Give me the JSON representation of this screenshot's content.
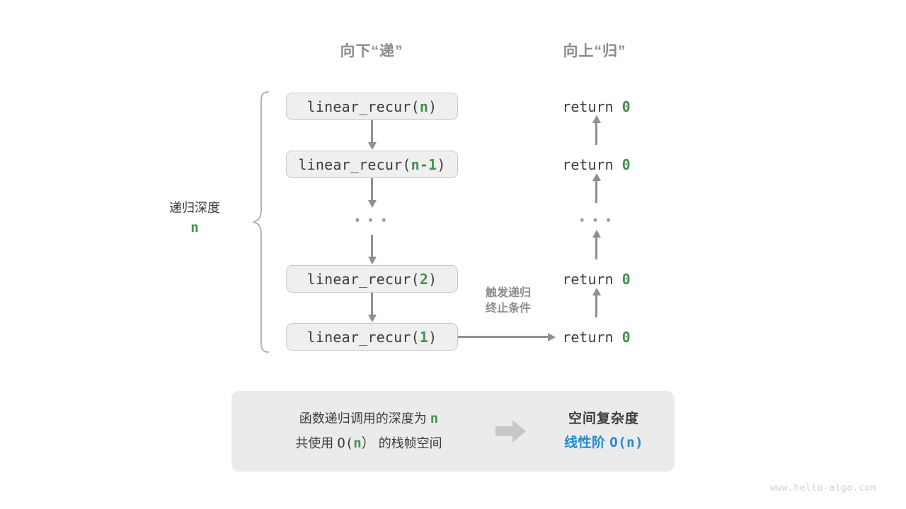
{
  "headers": {
    "down": "向下“递”",
    "up": "向上“归”"
  },
  "depth": {
    "label": "递归深度",
    "value": "n"
  },
  "call_stack": [
    {
      "prefix": "linear_recur(",
      "arg": "n",
      "suffix": ")"
    },
    {
      "prefix": "linear_recur(",
      "arg": "n-1",
      "suffix": ")"
    },
    {
      "prefix": "linear_recur(",
      "arg": "2",
      "suffix": ")"
    },
    {
      "prefix": "linear_recur(",
      "arg": "1",
      "suffix": ")"
    }
  ],
  "ellipsis": "···",
  "returns": [
    {
      "keyword": "return",
      "value": "0"
    },
    {
      "keyword": "return",
      "value": "0"
    },
    {
      "keyword": "return",
      "value": "0"
    },
    {
      "keyword": "return",
      "value": "0"
    }
  ],
  "trigger_note": {
    "line1": "触发递归",
    "line2": "终止条件"
  },
  "summary": {
    "left_line1_text": "函数递归调用的深度为",
    "left_line1_var": "n",
    "left_line2_prefix": "共使用",
    "left_line2_mono_open": "O(",
    "left_line2_var": "n",
    "left_line2_mono_close": "）",
    "left_line2_suffix": "的栈帧空间",
    "arrow_icon": "right-block-arrow-icon",
    "right_title": "空间复杂度",
    "right_value_label": "线性阶",
    "right_value_expr": "O(n)"
  },
  "watermark": "www.hello-algo.com",
  "colors": {
    "green": "#44914f",
    "blue": "#1f8bd4",
    "gray_text": "#3c3c3c",
    "gray_muted": "#8c8c8c",
    "arrow": "#8f8f8f",
    "box_fill": "#efefef",
    "box_border": "#c9c9c9",
    "panel_fill": "#ebebeb"
  }
}
